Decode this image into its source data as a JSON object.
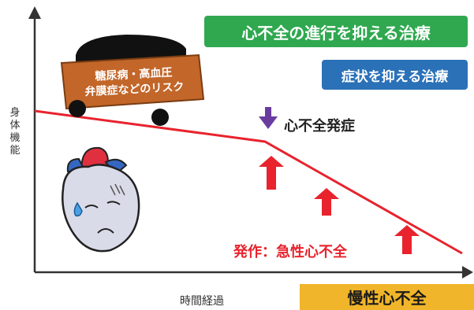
{
  "treatments": {
    "progression": "心不全の進行を抑える治療",
    "symptom": "症状を抑える治療"
  },
  "axes": {
    "y_label": "身体機能",
    "x_label": "時間経過"
  },
  "risk_cart": {
    "line1": "糖尿病・高血圧",
    "line2": "弁膜症などのリスク"
  },
  "events": {
    "onset": "心不全発症",
    "acute_attack": "発作：急性心不全"
  },
  "stage_label": "慢性心不全",
  "colors": {
    "curve": "#e8232d",
    "arrow_up": "#e8232d",
    "arrow_onset": "#6a3ca0",
    "green": "#2fa84f",
    "blue": "#2a71b8",
    "cart": "#c2662a",
    "stage_bar": "#f0b52a"
  }
}
